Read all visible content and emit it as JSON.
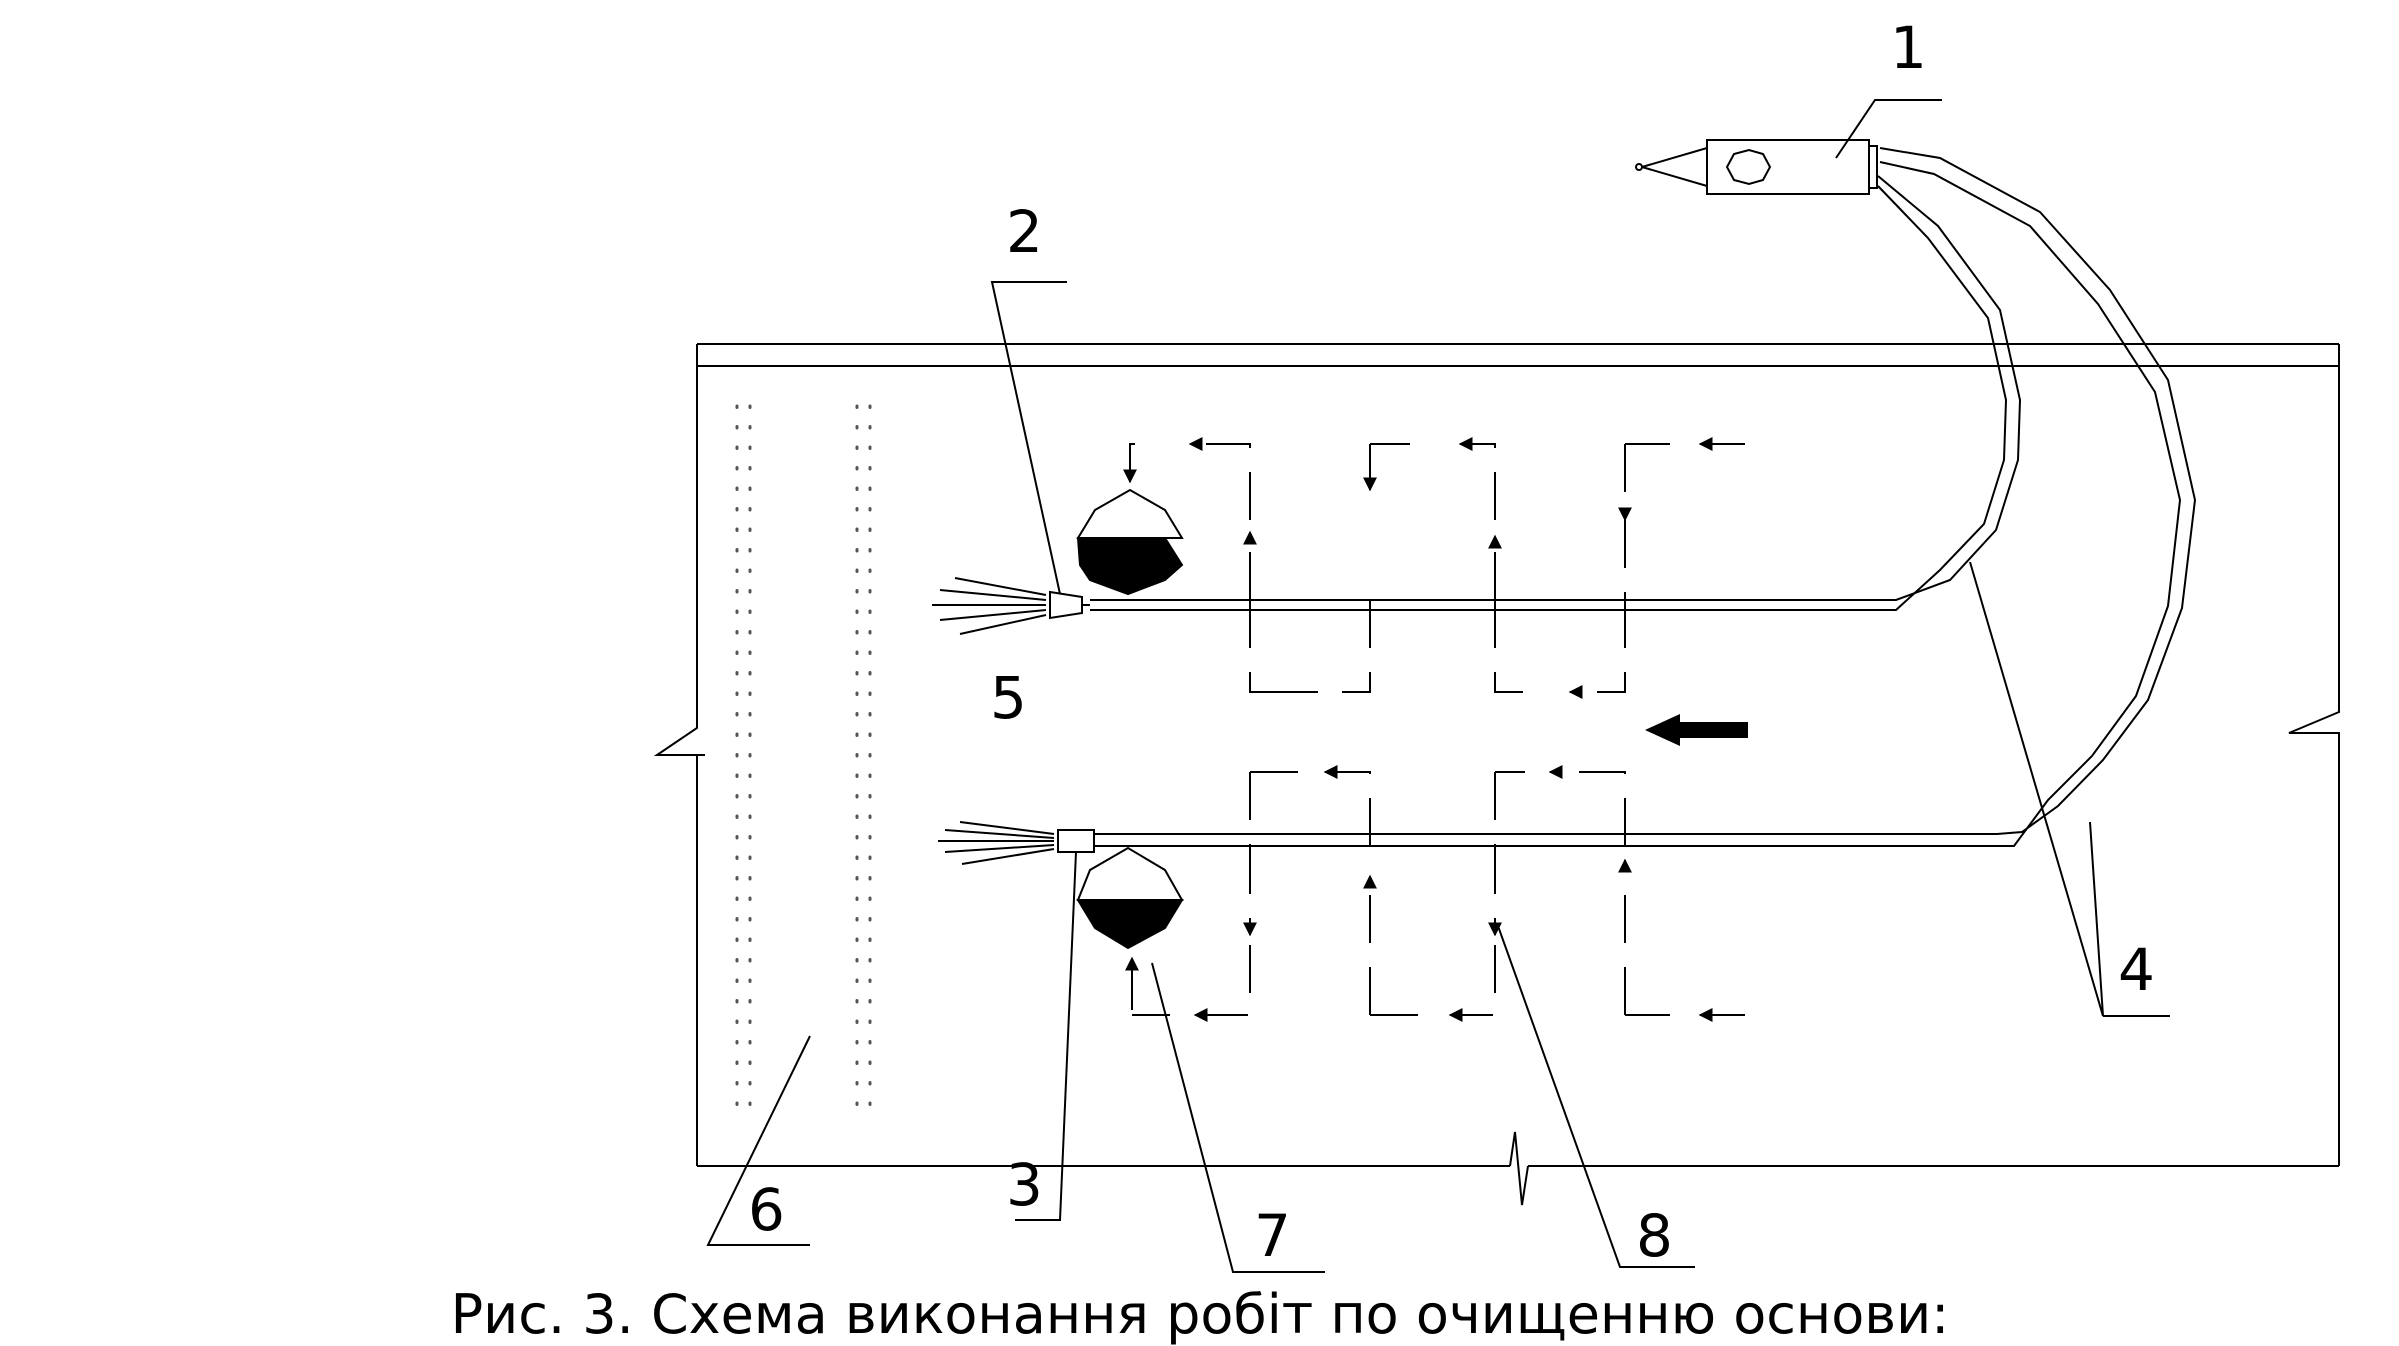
{
  "labels": {
    "l1": "1",
    "l2": "2",
    "l3": "3",
    "l4": "4",
    "l5": "5",
    "l6": "6",
    "l7": "7",
    "l8": "8"
  },
  "caption": "Рис. 3. Схема виконання робіт по очищенню основи:"
}
